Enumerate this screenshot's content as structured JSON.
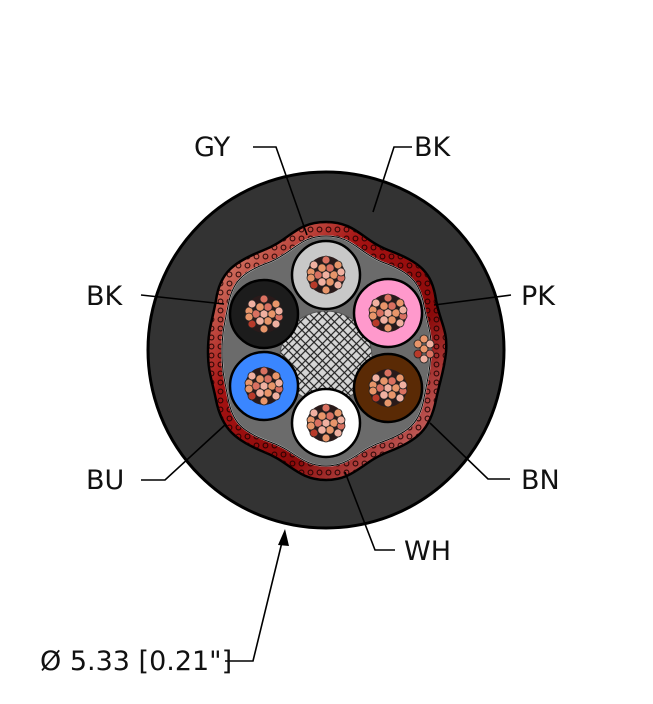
{
  "diagram": {
    "type": "cable-cross-section",
    "labels": {
      "gy": "GY",
      "bk_jacket": "BK",
      "bk_conductor": "BK",
      "pk": "PK",
      "bu": "BU",
      "bn": "BN",
      "wh": "WH"
    },
    "dimension": {
      "symbol": "Ø",
      "value_text": "Ø 5.33 [0.21\"]"
    },
    "colors": {
      "jacket": "#333333",
      "outline": "#000000",
      "filler": "#6b6b6b",
      "core_center": "#cccccc",
      "shield_dark": "#8b0a0a",
      "shield_light": "#e8a58c",
      "conductor_gy": "#c8c8c8",
      "conductor_bk": "#1c1c1c",
      "conductor_pk": "#ff99cc",
      "conductor_bu": "#3a86ff",
      "conductor_bn": "#5a2a05",
      "conductor_wh": "#ffffff",
      "copper_a": "#e8956a",
      "copper_b": "#d97060",
      "copper_c": "#f0b0a0",
      "copper_d": "#b83a2a"
    }
  }
}
